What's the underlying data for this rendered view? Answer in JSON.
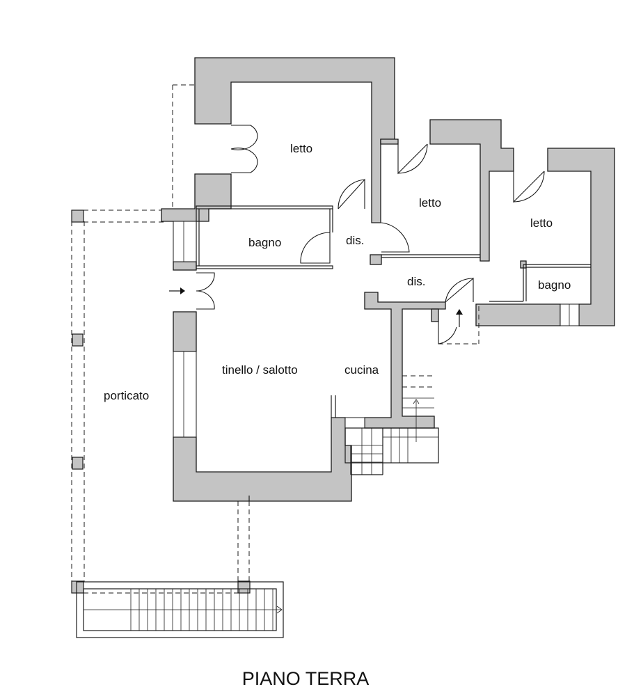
{
  "rooms": {
    "letto_1": "letto",
    "letto_2": "letto",
    "letto_3": "letto",
    "bagno_1": "bagno",
    "bagno_2": "bagno",
    "dis_1": "dis.",
    "dis_2": "dis.",
    "tinello": "tinello / salotto",
    "cucina": "cucina",
    "porticato": "porticato"
  },
  "title": "PIANO TERRA"
}
